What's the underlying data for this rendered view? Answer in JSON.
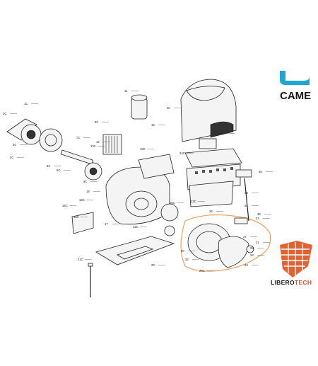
{
  "brand": {
    "name": "CAME",
    "logo_color": "#1ea6d6",
    "text_color": "#1a1a1a"
  },
  "dealer_logo": {
    "name_part1": "LIBERO",
    "name_part2": "TECH",
    "accent_color": "#e3501b",
    "text_color": "#1a1a1a"
  },
  "highlight_color": "#f0a060",
  "callouts": [
    {
      "id": "c1",
      "text": "1C"
    },
    {
      "id": "c2",
      "text": "2C"
    },
    {
      "id": "c3",
      "text": "3C"
    },
    {
      "id": "c4",
      "text": "4C"
    },
    {
      "id": "c5",
      "text": "5C"
    },
    {
      "id": "c6",
      "text": "6C"
    },
    {
      "id": "c7",
      "text": "7C"
    },
    {
      "id": "c8",
      "text": "8C"
    },
    {
      "id": "c9",
      "text": "9C"
    },
    {
      "id": "c10",
      "text": "10C"
    },
    {
      "id": "c11",
      "text": "11"
    },
    {
      "id": "c12",
      "text": "12"
    },
    {
      "id": "c13",
      "text": "13C"
    },
    {
      "id": "c14",
      "text": "14C"
    },
    {
      "id": "c15",
      "text": "15C"
    },
    {
      "id": "c16",
      "text": "16C"
    },
    {
      "id": "c17",
      "text": "17"
    },
    {
      "id": "c18",
      "text": "18"
    },
    {
      "id": "c19",
      "text": "19"
    },
    {
      "id": "c20",
      "text": "20"
    },
    {
      "id": "c21",
      "text": "21C"
    },
    {
      "id": "c22",
      "text": "22C"
    },
    {
      "id": "c23",
      "text": "23C"
    },
    {
      "id": "c24",
      "text": "24C"
    },
    {
      "id": "c25",
      "text": "25C"
    },
    {
      "id": "c26",
      "text": "26"
    },
    {
      "id": "c27",
      "text": "27"
    },
    {
      "id": "c28",
      "text": "28"
    },
    {
      "id": "c29",
      "text": "29C"
    },
    {
      "id": "c30",
      "text": "30"
    },
    {
      "id": "c31",
      "text": "31"
    },
    {
      "id": "c32",
      "text": "32"
    },
    {
      "id": "c33",
      "text": "33"
    },
    {
      "id": "c34",
      "text": "34"
    },
    {
      "id": "c35",
      "text": "35"
    },
    {
      "id": "c36",
      "text": "36"
    },
    {
      "id": "c37",
      "text": "37"
    },
    {
      "id": "c38",
      "text": "38"
    },
    {
      "id": "c39",
      "text": "39"
    },
    {
      "id": "c40",
      "text": "40"
    },
    {
      "id": "c41",
      "text": "41"
    }
  ]
}
